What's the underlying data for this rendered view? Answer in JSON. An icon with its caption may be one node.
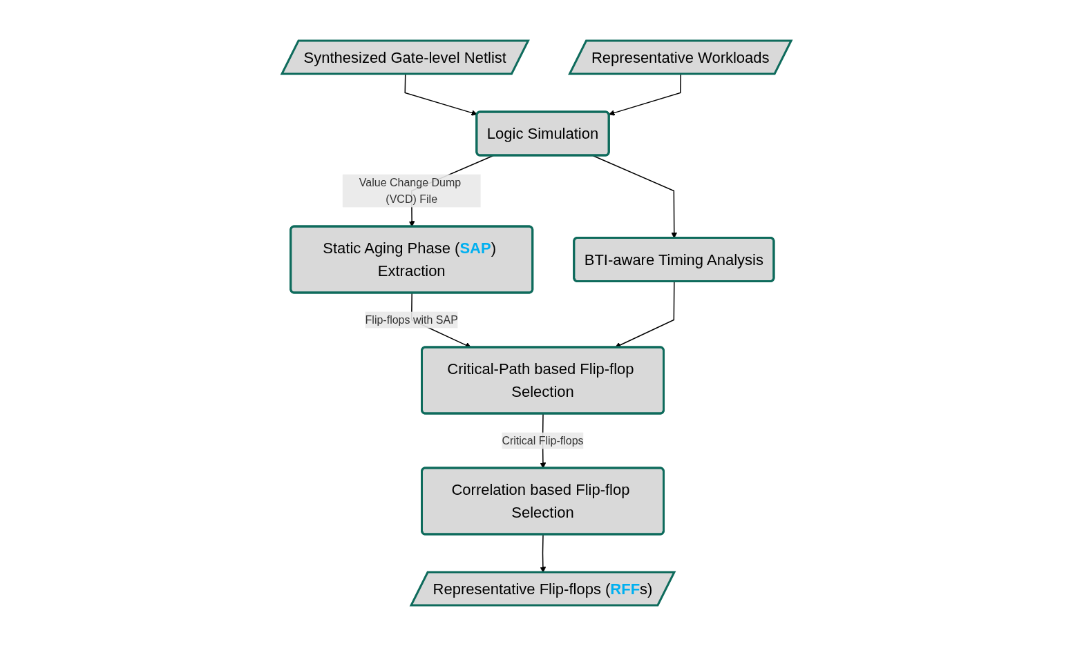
{
  "diagram": {
    "nodes": [
      {
        "text": [
          "Synthesized Gate-level Netlist"
        ]
      },
      {
        "text": [
          "Representative Workloads"
        ]
      },
      {
        "text": [
          "Logic Simulation"
        ]
      },
      {
        "text": [
          "Static Aging Phase (**SAP**) Extraction"
        ]
      },
      {
        "text": [
          "BTI-aware Timing Analysis"
        ]
      },
      {
        "text": [
          "Critical-Path based Flip-flop Selection"
        ]
      },
      {
        "text": [
          "Correlation based Flip-flop Selection"
        ]
      },
      {
        "text": [
          "Representative Flip-flops (**RFF**s)"
        ]
      }
    ],
    "edges": [
      {
        "from": 0,
        "to": 2,
        "arrow": "to"
      },
      {
        "from": 1,
        "to": 2,
        "arrow": "to"
      },
      {
        "from": 2,
        "to": 3,
        "arrow": "to",
        "label": "Value Change Dump (VCD) File"
      },
      {
        "from": 2,
        "to": 4,
        "arrow": "to"
      },
      {
        "from": 3,
        "to": 5,
        "arrow": "to",
        "label": "Flip-flops with SAP"
      },
      {
        "from": 4,
        "to": 5,
        "arrow": "to"
      },
      {
        "from": 5,
        "to": 6,
        "arrow": "to",
        "label": "Critical Flip-flops"
      },
      {
        "from": 6,
        "to": 7,
        "arrow": "to"
      }
    ]
  }
}
